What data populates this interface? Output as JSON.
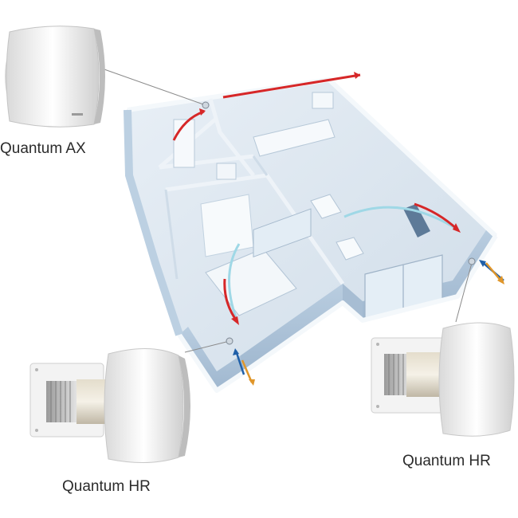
{
  "labels": {
    "top_left": "Quantum AX",
    "bottom_left": "Quantum HR",
    "bottom_right": "Quantum HR"
  },
  "colors": {
    "wall_face": "#c9d8e6",
    "wall_top": "#f1f5f9",
    "floor": "#dfe9f2",
    "airflow_warm": "#d62728",
    "airflow_cool": "#9fd8e6",
    "intake_blue": "#1f5fa8",
    "exhaust_orange": "#e0962a",
    "leader_line": "#8a8a8a"
  },
  "icons": {
    "fan_ax": "exhaust-fan-icon",
    "fan_hr": "heat-recovery-fan-icon"
  }
}
